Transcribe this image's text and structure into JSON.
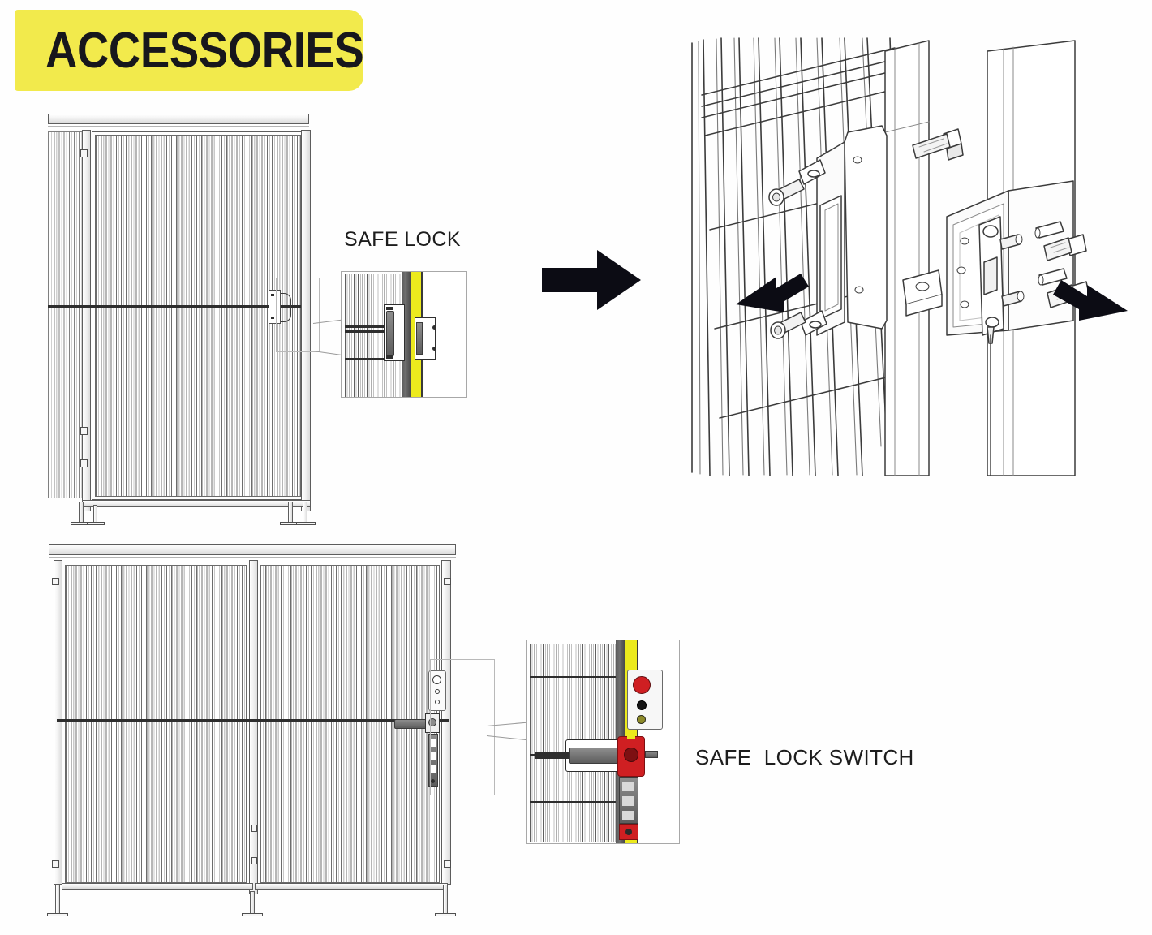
{
  "document": {
    "title": "ACCESSORIES",
    "kind": "technical-illustration",
    "background_color": "#ffffff"
  },
  "banner": {
    "label": "ACCESSORIES",
    "background_color": "#f2ea4c",
    "text_color": "#17171c"
  },
  "labels": {
    "safe_lock": "SAFE LOCK",
    "safe_lock_switch": "SAFE  LOCK SWITCH"
  },
  "colors": {
    "yellow_strip": "#ecea1d",
    "banner_yellow": "#f2ea4c",
    "arrow_black": "#0c0c14",
    "emergency_red": "#cf1f22",
    "indicator_black": "#151515",
    "indicator_olive": "#8e8b2a",
    "line_grey": "#6e6e6e",
    "mesh_grey": "#6d6d6d",
    "dark_post": "#5a5a5a"
  },
  "figures": {
    "single_gate": {
      "name": "single-leaf mesh gate elevation",
      "posts": 2,
      "leaves": 1,
      "has_top_rail": true,
      "has_mid_rail": true,
      "handle_side": "right"
    },
    "exploded_view": {
      "name": "isometric exploded lock mounting detail",
      "arrow_count": 2,
      "bolt_count": 3,
      "components": [
        "mesh panel",
        "gate post",
        "lock housing",
        "strike bracket",
        "hex bolts"
      ]
    },
    "double_gate": {
      "name": "double-leaf mesh gate elevation",
      "posts": 3,
      "leaves": 2,
      "has_top_rail": true,
      "has_mid_rail": true,
      "handle_side": "right"
    },
    "safe_lock_detail": {
      "name": "safe lock close-up",
      "elements": [
        "mesh",
        "dark post",
        "yellow strip",
        "lock body",
        "handle"
      ]
    },
    "safe_lock_switch_detail": {
      "name": "safe lock switch close-up",
      "buttons": [
        {
          "label": "emergency-stop",
          "color": "#cf1f22",
          "size": "large"
        },
        {
          "label": "black-button",
          "color": "#151515",
          "size": "small"
        },
        {
          "label": "olive-indicator",
          "color": "#8e8b2a",
          "size": "small"
        }
      ],
      "elements": [
        "mesh",
        "dark post",
        "yellow strip",
        "control box",
        "red lock handle",
        "latch rail"
      ]
    }
  },
  "pointer_arrow": {
    "name": "detail-pointer-arrow",
    "direction": "right",
    "color": "#0c0c14"
  }
}
